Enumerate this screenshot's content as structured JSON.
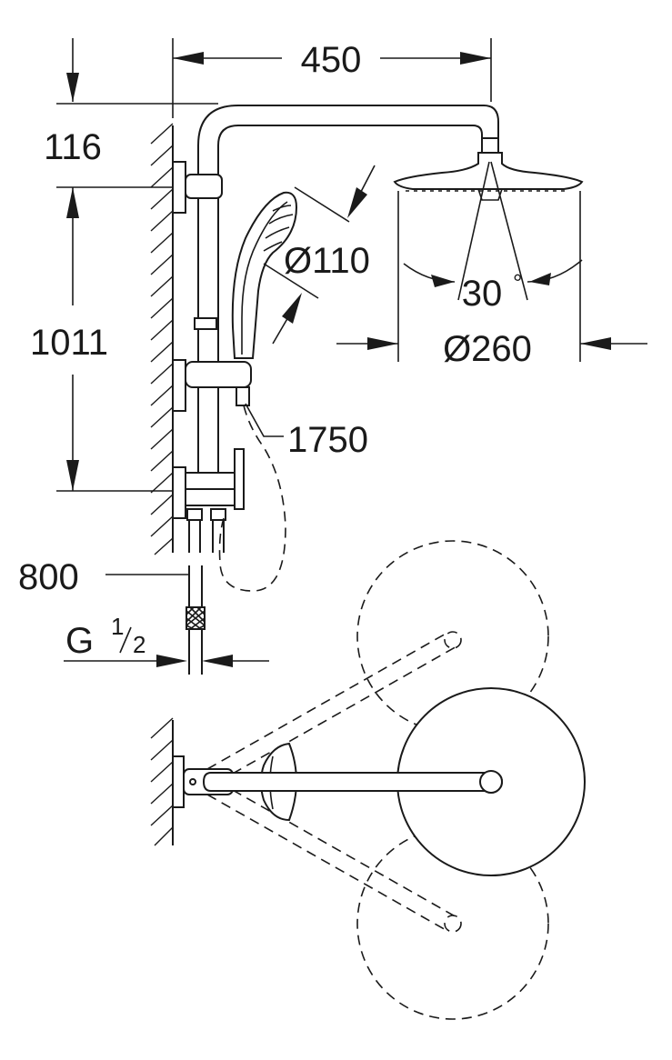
{
  "dimensions": {
    "width_450": "450",
    "height_116": "116",
    "height_1011": "1011",
    "diameter_110": "Ø110",
    "angle_30": "30",
    "degree_symbol": "°",
    "diameter_260": "Ø260",
    "hose_1750": "1750",
    "length_800": "800",
    "thread_G": "G",
    "thread_num": "1",
    "thread_den": "2"
  },
  "colors": {
    "line": "#1a1a1a",
    "background": "#ffffff"
  }
}
